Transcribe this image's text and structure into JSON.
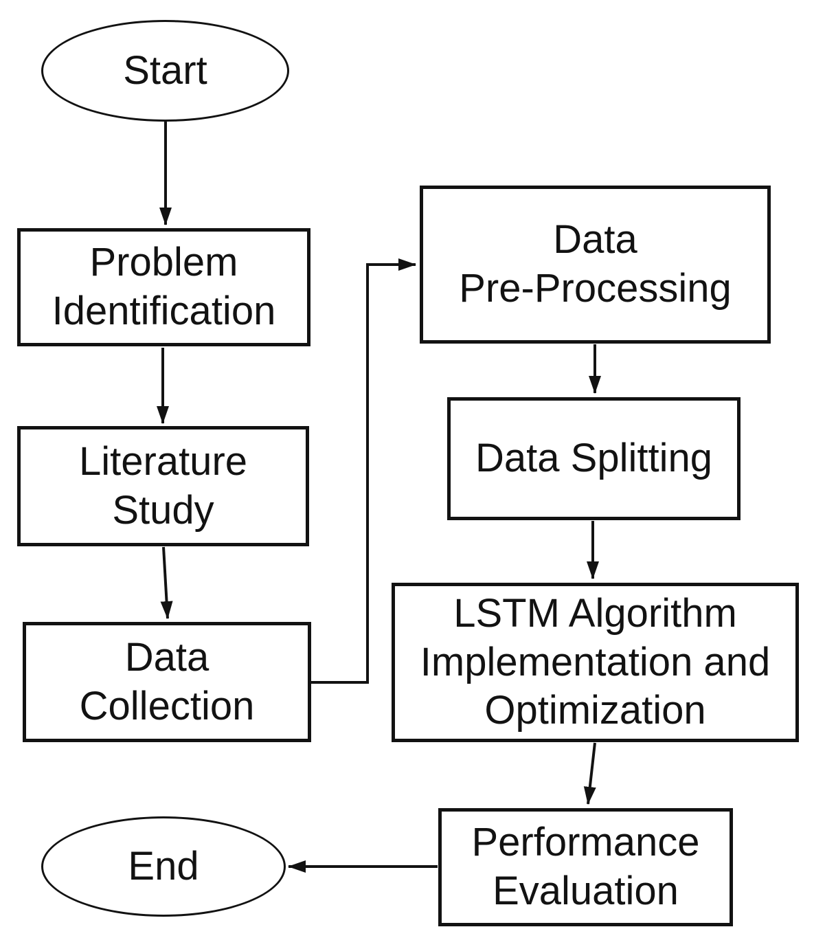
{
  "diagram": {
    "type": "flowchart",
    "description": "Research methodology flowchart from Start to End",
    "colors": {
      "background": "#ffffff",
      "stroke": "#121212",
      "text": "#121212",
      "node_fill": "#ffffff"
    }
  },
  "nodes": {
    "start": {
      "label": "Start",
      "shape": "ellipse"
    },
    "problem_identification": {
      "label": "Problem\nIdentification",
      "shape": "rect"
    },
    "literature_study": {
      "label": "Literature\nStudy",
      "shape": "rect"
    },
    "data_collection": {
      "label": "Data\nCollection",
      "shape": "rect"
    },
    "data_preprocessing": {
      "label": "Data\nPre-Processing",
      "shape": "rect"
    },
    "data_splitting": {
      "label": "Data Splitting",
      "shape": "rect"
    },
    "lstm_algorithm": {
      "label": "LSTM Algorithm\nImplementation and\nOptimization",
      "shape": "rect"
    },
    "performance_evaluation": {
      "label": "Performance\nEvaluation",
      "shape": "rect"
    },
    "end": {
      "label": "End",
      "shape": "ellipse"
    }
  },
  "edges": [
    {
      "from": "start",
      "to": "problem_identification",
      "direction": "down"
    },
    {
      "from": "problem_identification",
      "to": "literature_study",
      "direction": "down"
    },
    {
      "from": "literature_study",
      "to": "data_collection",
      "direction": "down"
    },
    {
      "from": "data_collection",
      "to": "data_preprocessing",
      "direction": "right-up-right"
    },
    {
      "from": "data_preprocessing",
      "to": "data_splitting",
      "direction": "down"
    },
    {
      "from": "data_splitting",
      "to": "lstm_algorithm",
      "direction": "down"
    },
    {
      "from": "lstm_algorithm",
      "to": "performance_evaluation",
      "direction": "down"
    },
    {
      "from": "performance_evaluation",
      "to": "end",
      "direction": "left"
    }
  ]
}
